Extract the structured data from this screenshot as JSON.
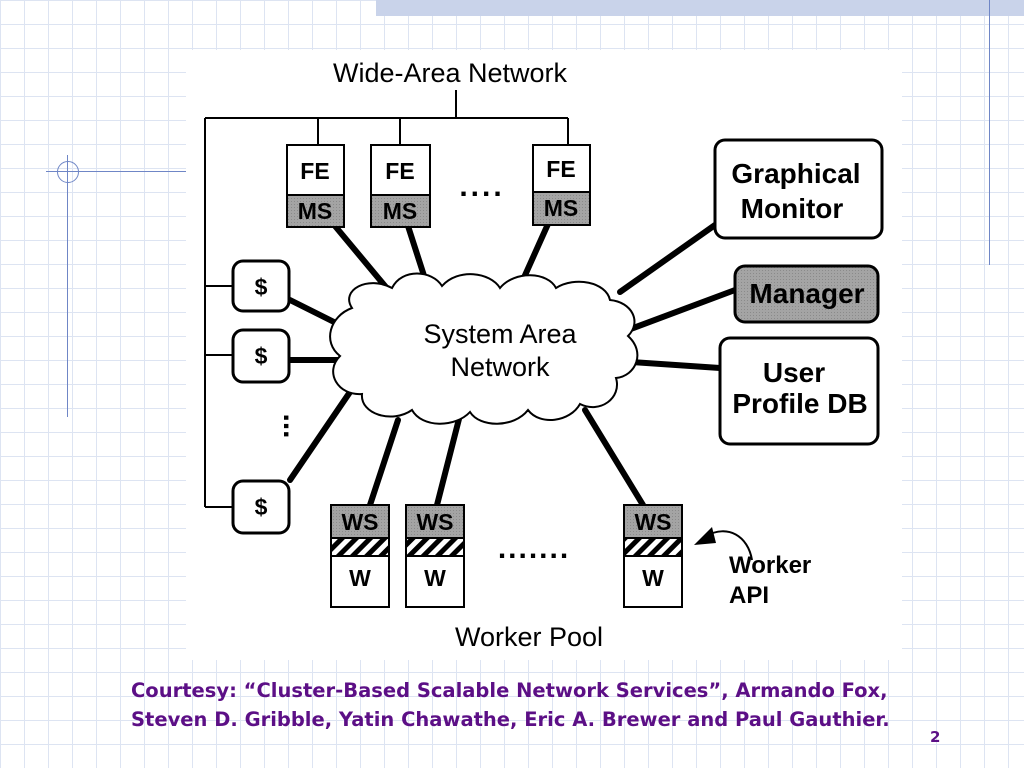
{
  "diagram": {
    "wan_label": "Wide-Area Network",
    "san_label_line1": "System Area",
    "san_label_line2": "Network",
    "worker_pool_label": "Worker Pool",
    "fe_label": "FE",
    "ms_label": "MS",
    "fe_ellipsis": "....",
    "cache_label": "$",
    "cache_ellipsis": "...",
    "ws_label": "WS",
    "w_label": "W",
    "worker_ellipsis": ".......",
    "graphical_monitor_line1": "Graphical",
    "graphical_monitor_line2": "Monitor",
    "manager_label": "Manager",
    "user_profile_line1": "User",
    "user_profile_line2": "Profile DB",
    "worker_api_line1": "Worker",
    "worker_api_line2": "API"
  },
  "caption": {
    "line1": "Courtesy: “Cluster-Based Scalable Network Services”, Armando Fox,",
    "line2": "Steven D. Gribble, Yatin Chawathe, Eric A. Brewer and Paul Gauthier."
  },
  "page_number": "2",
  "colors": {
    "caption": "#5c0f86",
    "accent_rule": "#6f86c6",
    "ms_fill": "#a8a8a8",
    "manager_fill": "#a0a0a0"
  }
}
